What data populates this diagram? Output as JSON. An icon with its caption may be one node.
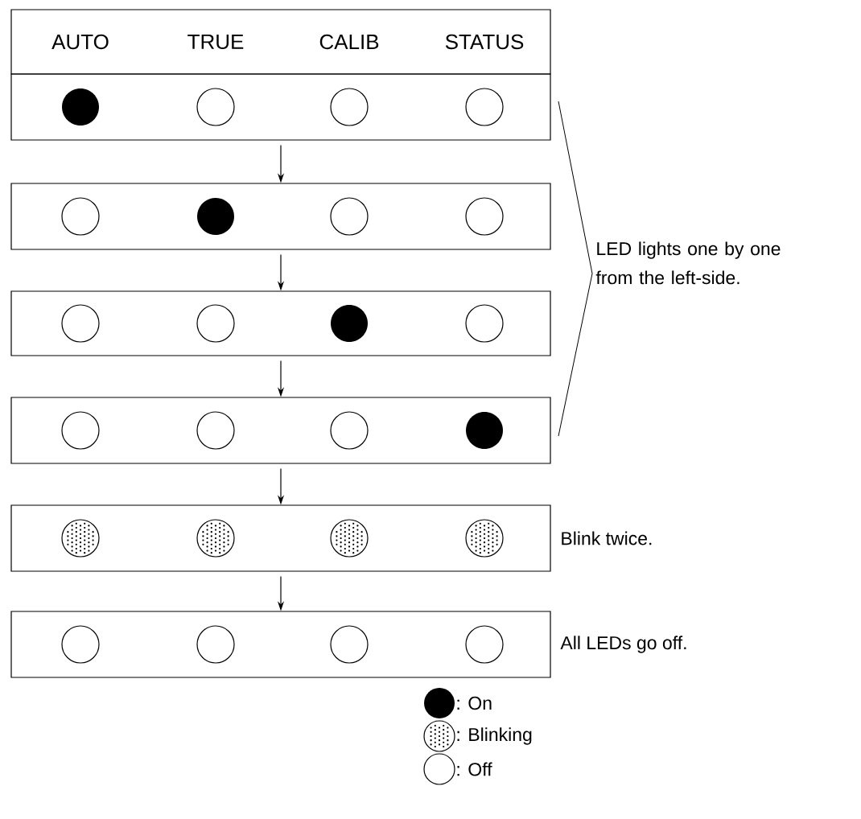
{
  "diagram": {
    "nodes": [
      {
        "text": [
          "AUTO",
          "TRUE",
          "CALIB",
          "STATUS"
        ]
      },
      {
        "text": [],
        "shape": "box"
      },
      {
        "text": [],
        "shape": "box"
      },
      {
        "text": [],
        "shape": "box"
      },
      {
        "text": [],
        "shape": "box"
      },
      {
        "text": [],
        "shape": "box",
        "beside": [
          "Blink twice."
        ]
      },
      {
        "text": [],
        "shape": "box",
        "beside": [
          "All LEDs go off."
        ]
      }
    ],
    "edges": [
      {
        "from": 1,
        "to": 2,
        "arrow": "to"
      },
      {
        "from": 2,
        "to": 3,
        "arrow": "to"
      },
      {
        "from": 3,
        "to": 4,
        "arrow": "to"
      },
      {
        "from": 4,
        "to": 5,
        "arrow": "to"
      },
      {
        "from": 5,
        "to": 6,
        "arrow": "to"
      }
    ],
    "labels": [
      "LED lights one by one from the left-side."
    ],
    "legend": [
      {
        "text": ": On"
      },
      {
        "text": ": Blinking"
      },
      {
        "text": ": Off"
      }
    ]
  }
}
